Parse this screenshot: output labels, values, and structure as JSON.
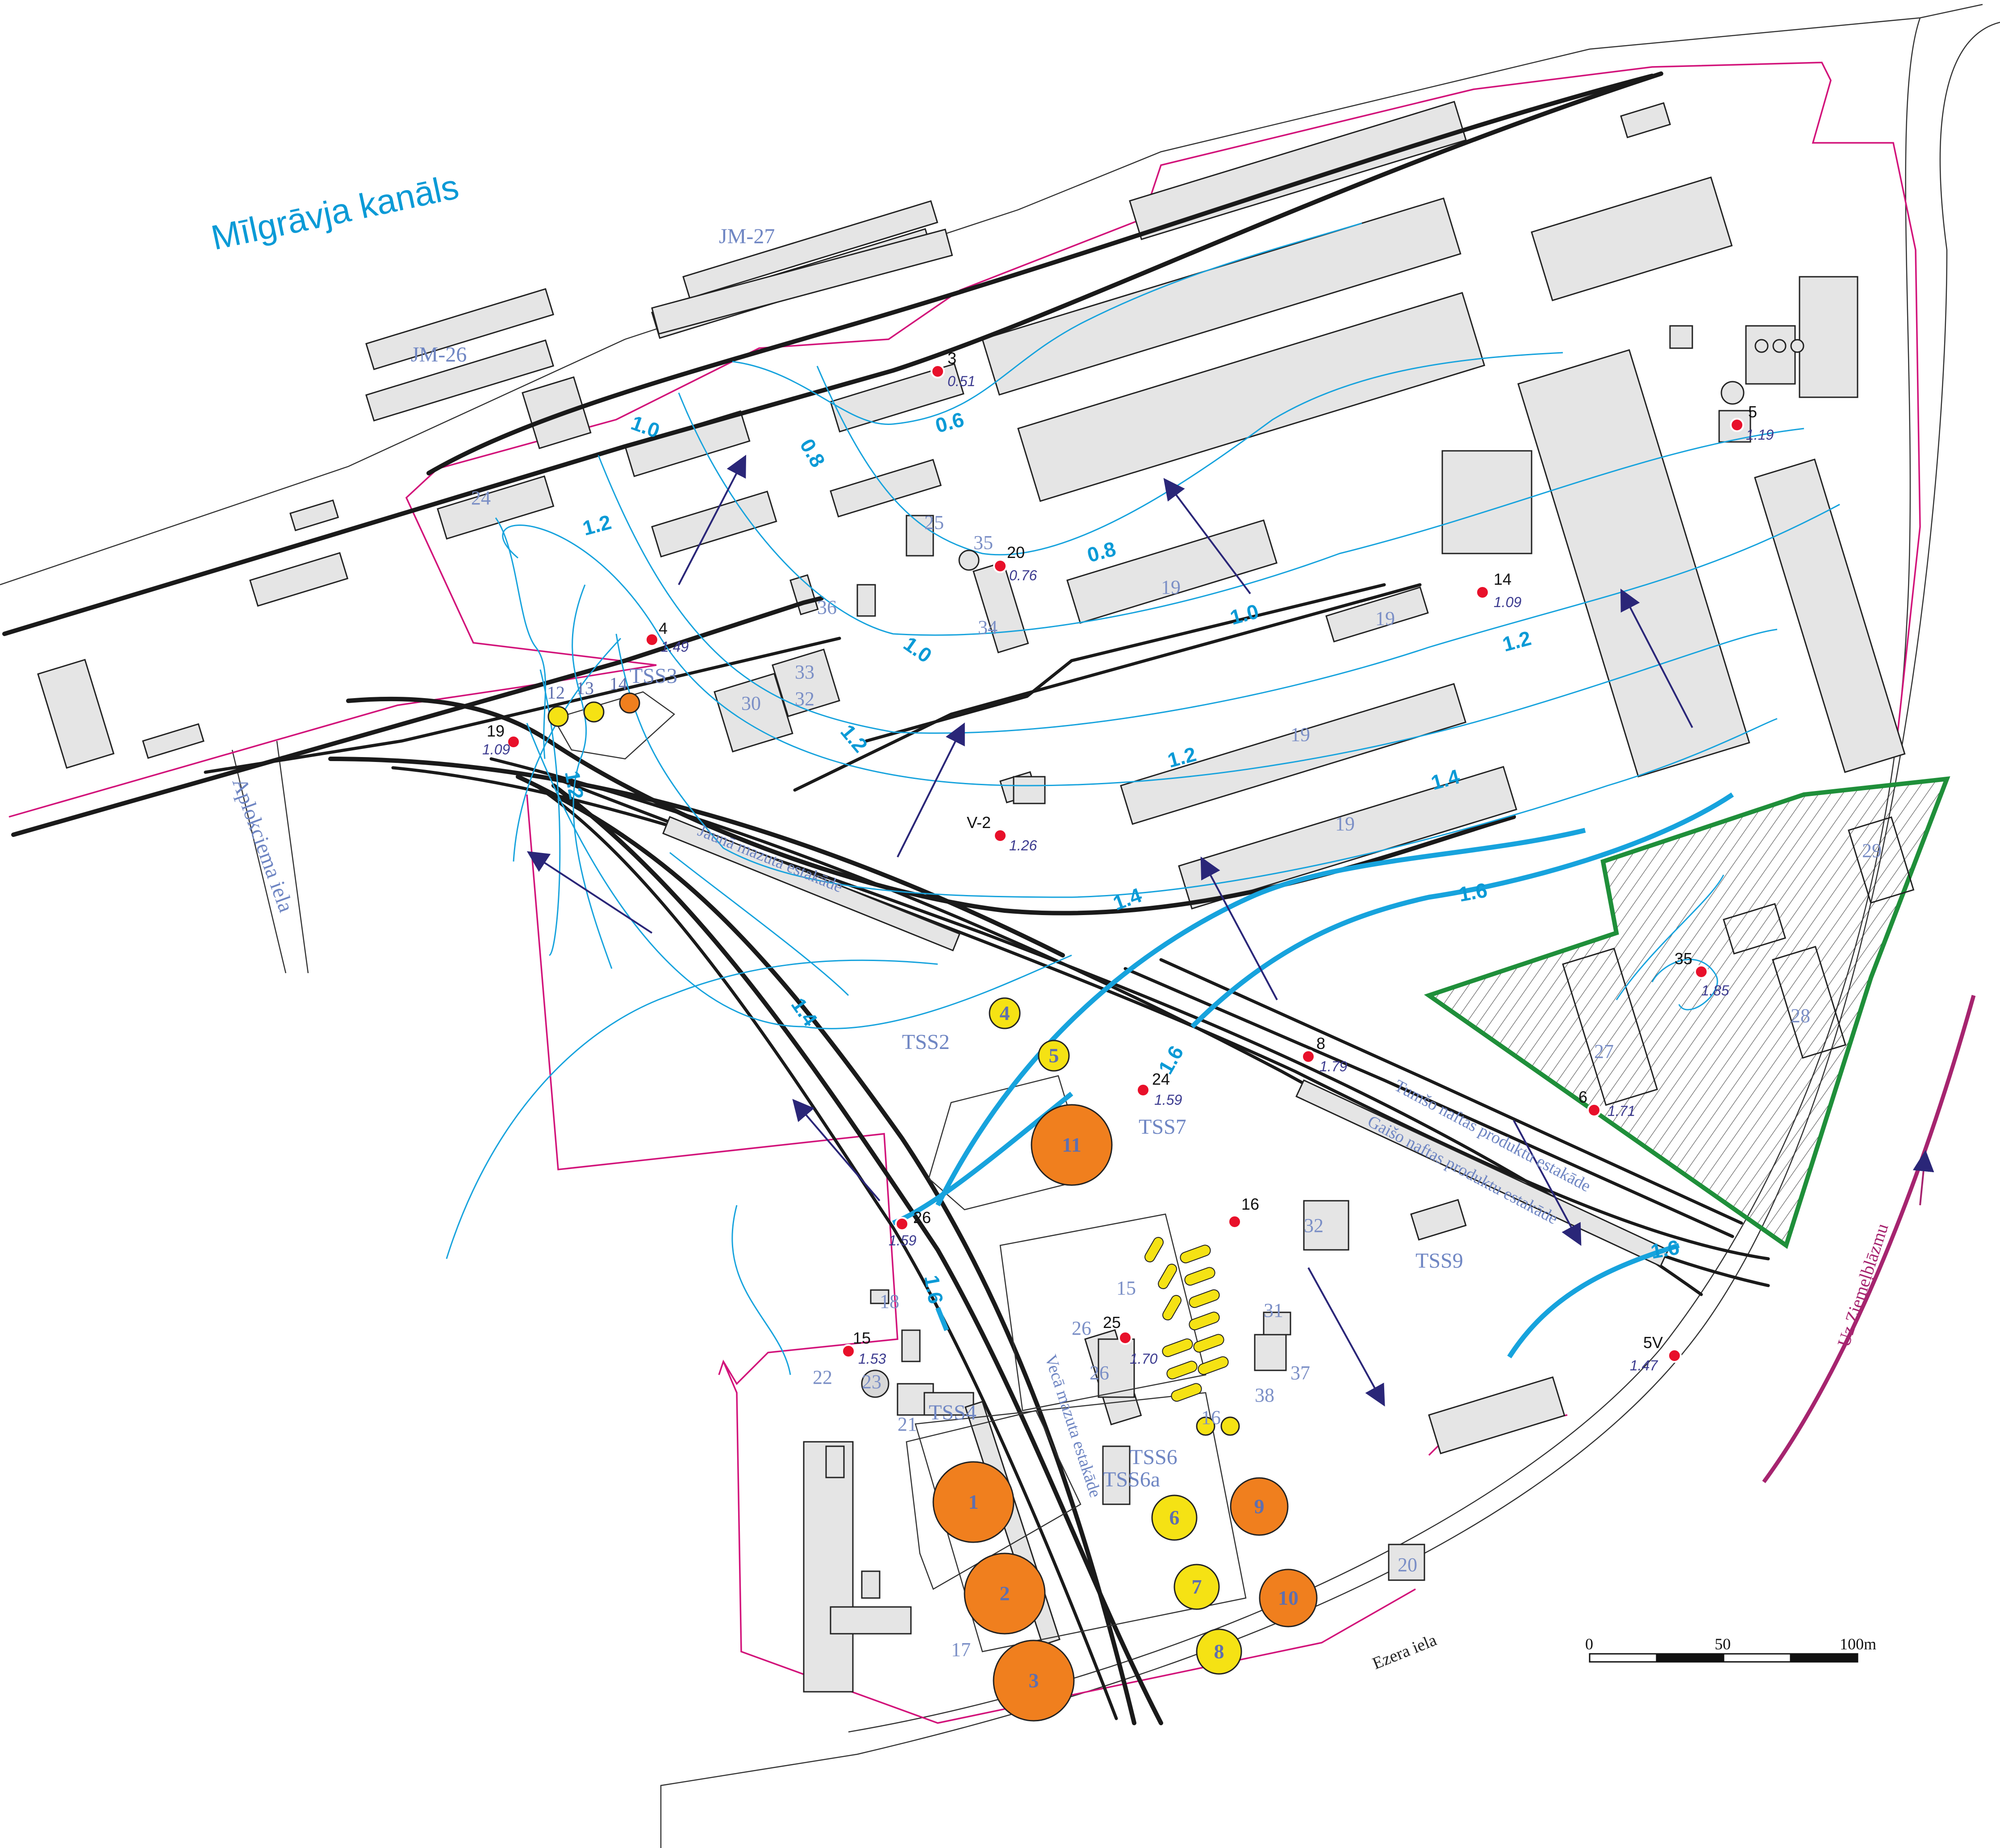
{
  "map": {
    "canal_label": "Mīlgrāvja kanāls",
    "pier_labels": {
      "jm27": "JM-27",
      "jm26": "JM-26"
    },
    "streets": {
      "aplokciema": "Aplokciema iela",
      "ezera": "Ezera iela",
      "uz_ziemelblazmu": "Uz Ziemeļblāzmu"
    },
    "overpasses": {
      "jauna": "Jaunā mazuta estakāde",
      "veca": "Vecā mazuta estakāde",
      "tumso": "Tumšo naftas produktu estakāde",
      "gaiso": "Gaišo naftas produktu estakāde"
    },
    "substations": [
      "TSS3",
      "TSS2",
      "TSS7",
      "TSS9",
      "TSS4",
      "TSS6",
      "TSS6a"
    ],
    "building_numbers": [
      "24",
      "25",
      "35",
      "34",
      "36",
      "33",
      "30",
      "32",
      "19",
      "19",
      "19",
      "19",
      "29",
      "27",
      "28",
      "32",
      "31",
      "37",
      "38",
      "15",
      "16",
      "26",
      "26",
      "22",
      "23",
      "21",
      "18",
      "17",
      "20"
    ],
    "tanks": [
      "1",
      "2",
      "3",
      "4",
      "5",
      "6",
      "7",
      "8",
      "9",
      "10",
      "11",
      "12",
      "13",
      "14"
    ],
    "wells": [
      {
        "id": "3",
        "value": "0.51"
      },
      {
        "id": "5",
        "value": "1.19"
      },
      {
        "id": "20",
        "value": "0.76"
      },
      {
        "id": "14",
        "value": "1.09"
      },
      {
        "id": "4",
        "value": "1.49"
      },
      {
        "id": "19",
        "value": "1.09"
      },
      {
        "id": "V-2",
        "value": "1.26"
      },
      {
        "id": "35",
        "value": "1.85"
      },
      {
        "id": "8",
        "value": "1.79"
      },
      {
        "id": "6",
        "value": "1.71"
      },
      {
        "id": "24",
        "value": "1.59"
      },
      {
        "id": "16",
        "value": ""
      },
      {
        "id": "26",
        "value": "1.59"
      },
      {
        "id": "15",
        "value": "1.53"
      },
      {
        "id": "25",
        "value": "1.70"
      },
      {
        "id": "5V",
        "value": "1.47"
      }
    ],
    "contour_labels": [
      "0.6",
      "0.8",
      "0.8",
      "1.0",
      "1.0",
      "1.0",
      "1.2",
      "1.2",
      "1.2",
      "1.2",
      "1.2",
      "1.4",
      "1.4",
      "1.4",
      "1.6",
      "1.6",
      "1.6",
      "1.6"
    ],
    "scale": {
      "l0": "0",
      "l50": "50",
      "l100": "100m"
    },
    "colors": {
      "contour": "#17a3dd",
      "fence": "#d2137a",
      "contaminated_zone": "#1f8f3a",
      "tank_orange": "#f07f1e",
      "tank_yellow": "#f5e214",
      "well": "#e8102a",
      "flow_arrow": "#2a2678",
      "building": "#e5e5e5"
    }
  }
}
